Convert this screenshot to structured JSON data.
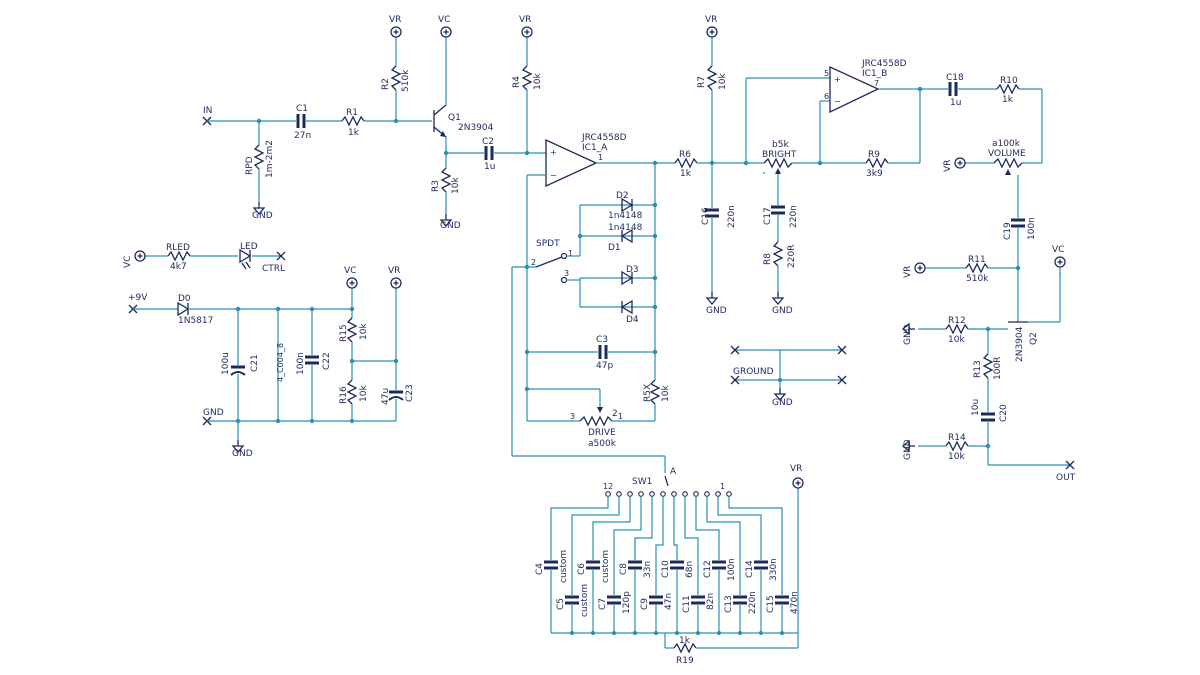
{
  "labels": {
    "in": "IN",
    "gnd": "GND",
    "vc": "VC",
    "vr": "VR",
    "plus9v": "+9V",
    "ground": "GROUND",
    "ctrl": "CTRL",
    "out": "OUT",
    "spdt": "SPDT",
    "sw1": "SW1",
    "a": "A",
    "pin12": "12",
    "pin1": "1",
    "pin2": "2",
    "pin3": "3",
    "pin7": "7",
    "pin5": "5",
    "pin6": "6",
    "c1": "C1",
    "c1v": "27n",
    "r1": "R1",
    "r1v": "1k",
    "rpd": "RPD",
    "rpdv": "1m-2m2",
    "r2": "R2",
    "r2v": "510k",
    "q1": "Q1",
    "q1v": "2N3904",
    "r3": "R3",
    "r3v": "10k",
    "c2": "C2",
    "c2v": "1u",
    "r4": "R4",
    "r4v": "10k",
    "ic1a": "IC1_A",
    "ic1av": "JRC4558D",
    "ic1b": "IC1_B",
    "ic1bv": "JRC4558D",
    "r6": "R6",
    "r6v": "1k",
    "r7": "R7",
    "r7v": "10k",
    "d2": "D2",
    "d2v": "1n4148",
    "d1": "D1",
    "d1v": "1n4148",
    "d3": "D3",
    "d4": "D4",
    "c3": "C3",
    "c3v": "47p",
    "r5x": "R5X",
    "r5xv": "10k",
    "drive": "DRIVE",
    "drivev": "a500k",
    "c16": "C16",
    "c16v": "220n",
    "c17": "C17",
    "c17v": "220n",
    "r8": "R8",
    "r8v": "220R",
    "bright": "BRIGHT",
    "brightv": "b5k",
    "r9": "R9",
    "r9v": "3k9",
    "c18": "C18",
    "c18v": "1u",
    "r10": "R10",
    "r10v": "1k",
    "volume": "VOLUME",
    "volumev": "a100k",
    "c19": "C19",
    "c19v": "100n",
    "r11": "R11",
    "r11v": "510k",
    "r12": "R12",
    "r12v": "10k",
    "q2": "Q2",
    "q2v": "2N3904",
    "r13": "R13",
    "r13v": "100R",
    "c20": "C20",
    "c20v": "10u",
    "r14": "R14",
    "r14v": "10k",
    "rled": "RLED",
    "rledv": "4k7",
    "led": "LED",
    "d0": "D0",
    "d0v": "1N5817",
    "c21": "C21",
    "c21v": "100u",
    "c22": "C22",
    "c22v": "100n",
    "cmid": "4_C004_8",
    "r15": "R15",
    "r15v": "10k",
    "r16": "R16",
    "r16v": "10k",
    "c23": "C23",
    "c23v": "47u",
    "c4": "C4",
    "c4v": "custom",
    "c5": "C5",
    "c5v": "custom",
    "c6": "C6",
    "c6v": "custom",
    "c7": "C7",
    "c7v": "120p",
    "c8": "C8",
    "c8v": "33n",
    "c9": "C9",
    "c9v": "47n",
    "c10": "C10",
    "c10v": "68n",
    "c11": "C11",
    "c11v": "82n",
    "c12": "C12",
    "c12v": "100n",
    "c13": "C13",
    "c13v": "220n",
    "c14": "C14",
    "c14v": "330n",
    "c15": "C15",
    "c15v": "470n",
    "r19": "R19",
    "r19v": "1k"
  }
}
